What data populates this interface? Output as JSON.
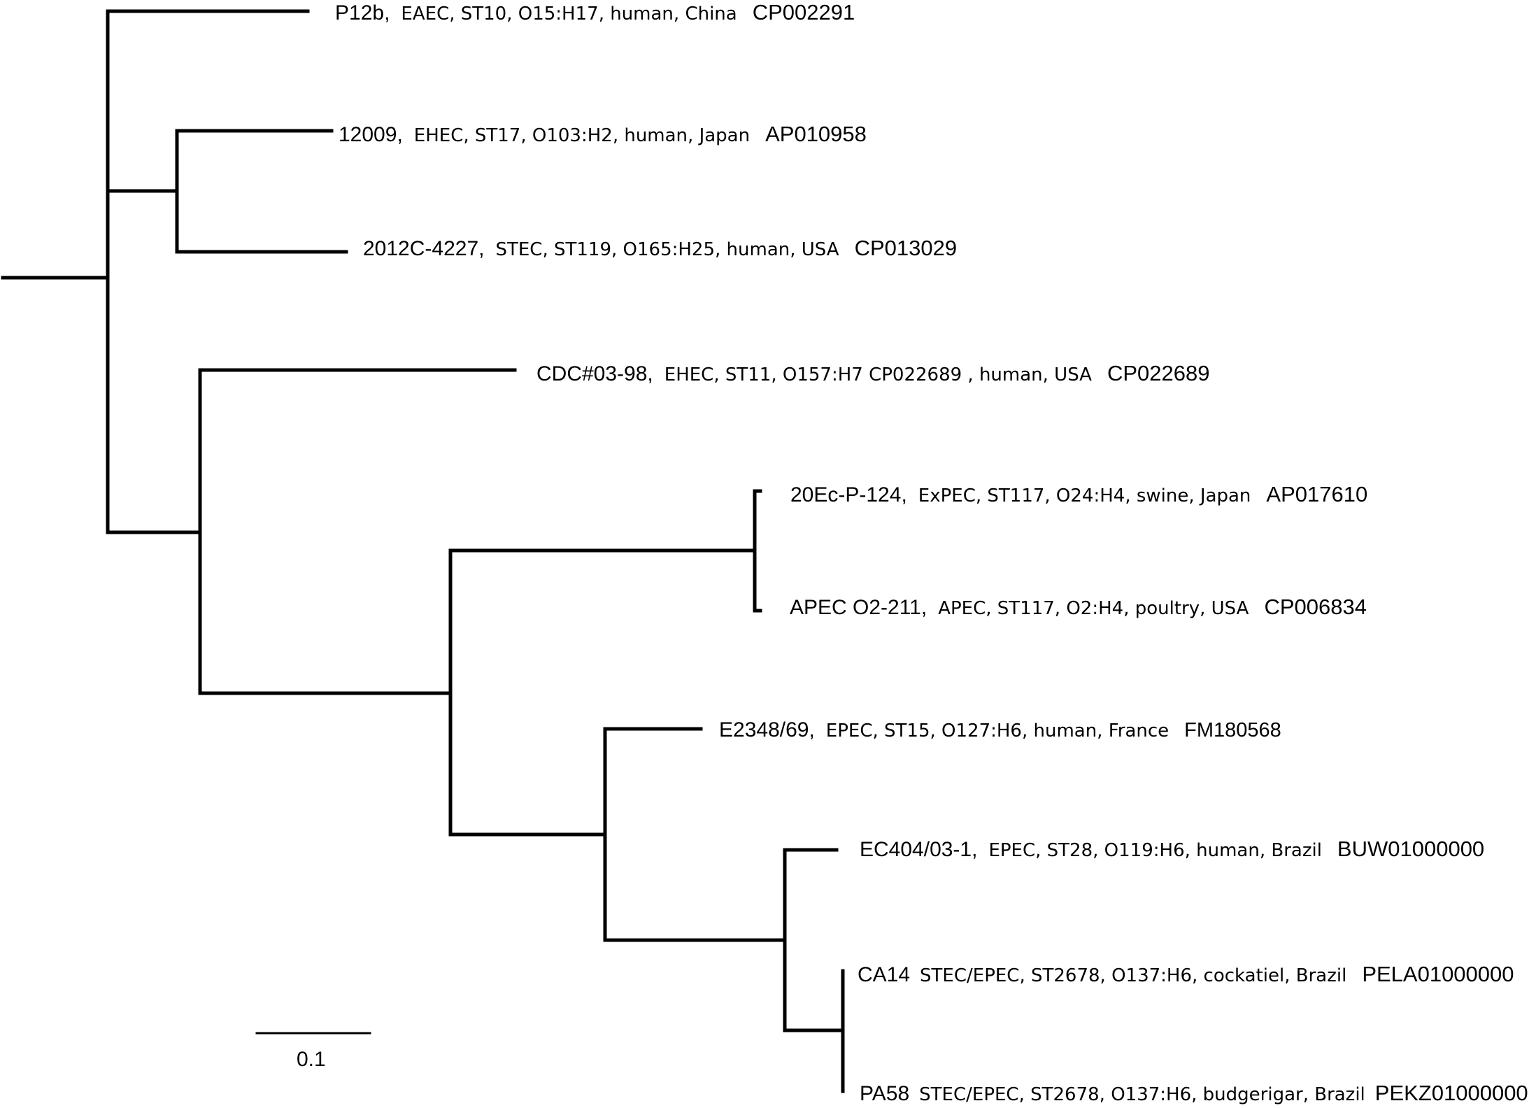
{
  "tree": {
    "scale_bar": {
      "label": "0.1",
      "length": 0.1
    },
    "taxa": [
      {
        "id": "p12b",
        "strain": "P12b",
        "sep": ",",
        "meta": "EAEC, ST10, O15:H17, human, China",
        "accession": "CP002291"
      },
      {
        "id": "12009",
        "strain": "12009",
        "sep": ",",
        "meta": "EHEC, ST17, O103:H2, human, Japan",
        "accession": "AP010958"
      },
      {
        "id": "2012c-4227",
        "strain": "2012C-4227",
        "sep": ",",
        "meta": "STEC, ST119, O165:H25, human, USA",
        "accession": "CP013029"
      },
      {
        "id": "cdc03-98",
        "strain": "CDC#03-98",
        "sep": ",",
        "meta": "EHEC, ST11, O157:H7 CP022689 , human, USA",
        "accession": "CP022689"
      },
      {
        "id": "20ec-p-124",
        "strain": "20Ec-P-124",
        "sep": ",",
        "meta": "ExPEC, ST117, O24:H4, swine, Japan",
        "accession": "AP017610"
      },
      {
        "id": "apec-o2-211",
        "strain": "APEC O2-211",
        "sep": ",",
        "meta": "APEC, ST117, O2:H4, poultry, USA",
        "accession": "CP006834"
      },
      {
        "id": "e2348-69",
        "strain": "E2348/69",
        "sep": ",",
        "meta": "EPEC, ST15, O127:H6, human, France",
        "accession": "FM180568"
      },
      {
        "id": "ec404-03-1",
        "strain": "EC404/03-1",
        "sep": ",",
        "meta": "EPEC, ST28, O119:H6, human, Brazil",
        "accession": "BUW01000000"
      },
      {
        "id": "ca14",
        "strain": "CA14",
        "sep": "",
        "meta": "STEC/EPEC, ST2678, O137:H6, cockatiel, Brazil",
        "accession": "PELA01000000"
      },
      {
        "id": "pa58",
        "strain": "PA58",
        "sep": "",
        "meta": "STEC/EPEC, ST2678, O137:H6, budgerigar, Brazil",
        "accession": "PEKZ01000000"
      }
    ]
  }
}
